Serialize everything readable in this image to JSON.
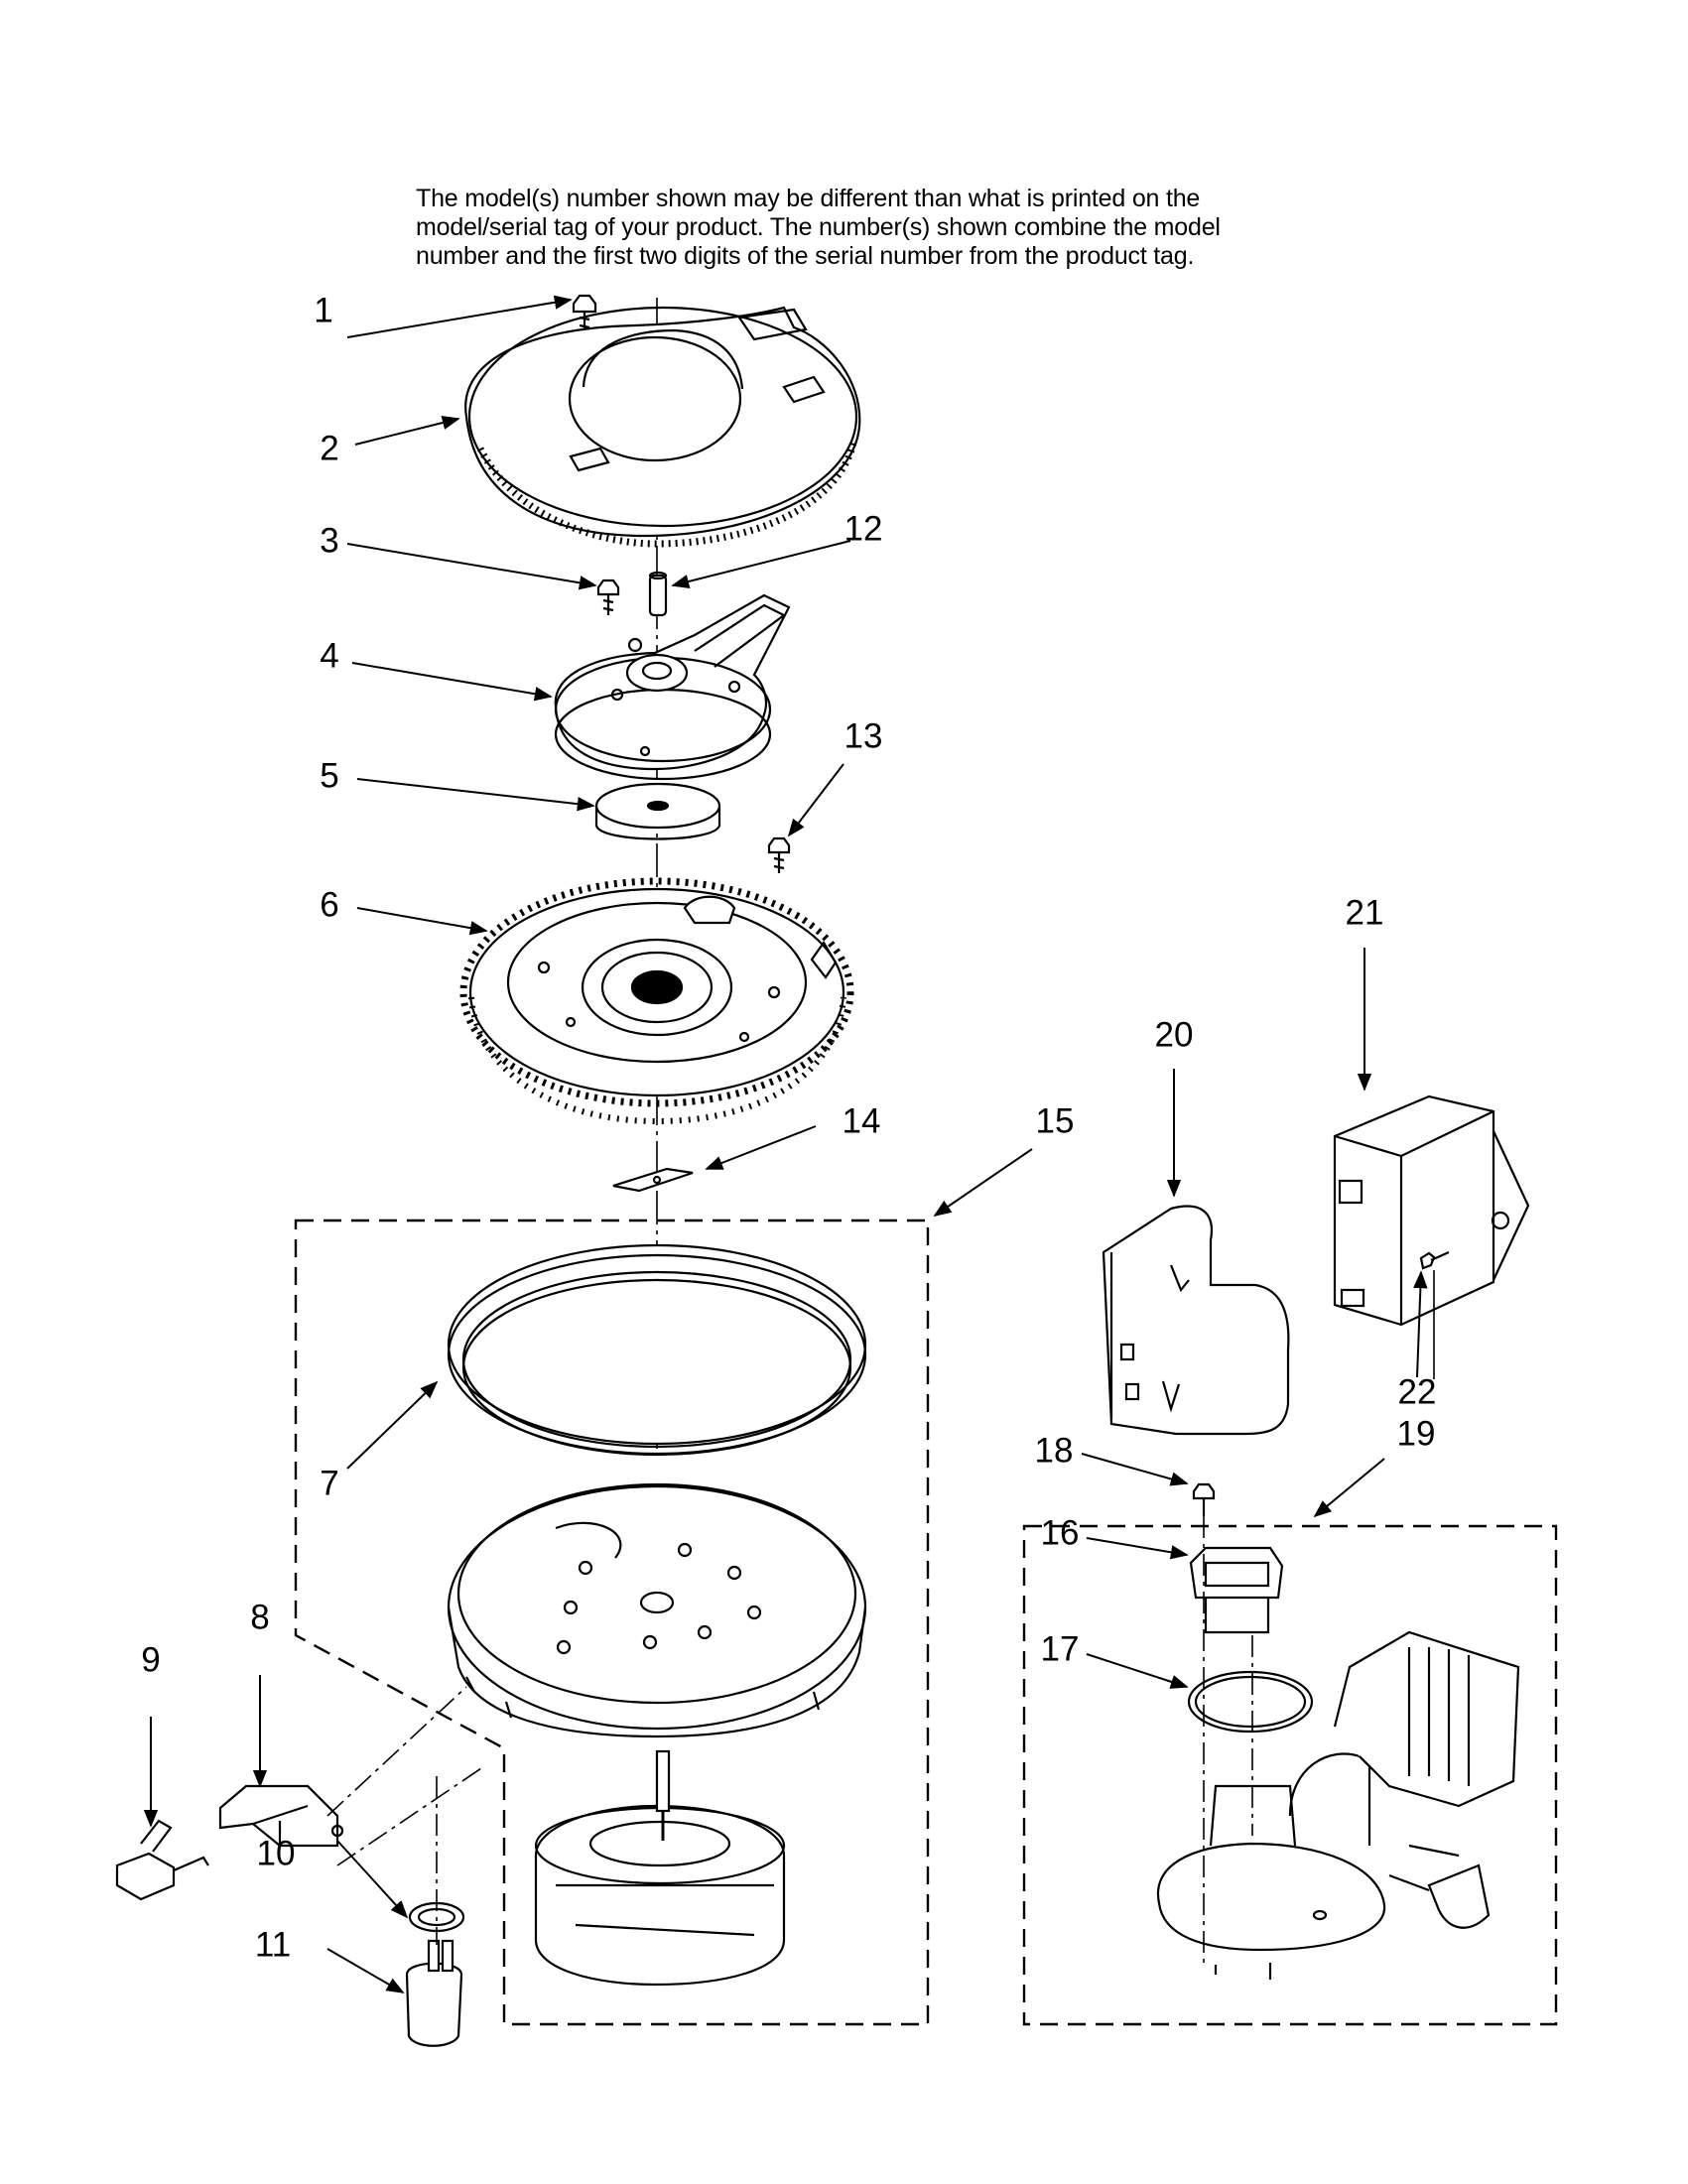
{
  "note": {
    "lines": [
      "The model(s) number shown may be different than what is printed on the",
      "model/serial tag of your product. The number(s) shown combine the model",
      "number and the first two digits of the serial number from the product tag."
    ]
  },
  "callouts": [
    "1",
    "2",
    "3",
    "4",
    "5",
    "6",
    "7",
    "8",
    "9",
    "10",
    "11",
    "12",
    "13",
    "14",
    "15",
    "16",
    "17",
    "18",
    "19",
    "20",
    "21",
    "22"
  ]
}
